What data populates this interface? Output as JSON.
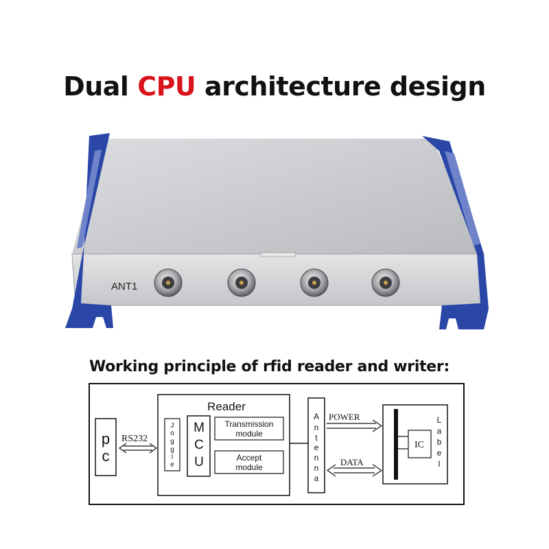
{
  "title": {
    "prefix": "Dual ",
    "accent": "CPU",
    "suffix": " architecture design"
  },
  "device": {
    "port_label": "ANT1"
  },
  "subtitle": "Working principle of rfid reader and writer:",
  "diagram": {
    "pc": [
      "p",
      "c"
    ],
    "rs232": "RS232",
    "reader": "Reader",
    "joggle": [
      "J",
      "o",
      "g",
      "g",
      "l",
      "e"
    ],
    "mcu": [
      "M",
      "C",
      "U"
    ],
    "transmission": [
      "Transmission",
      "module"
    ],
    "accept": [
      "Accept",
      "module"
    ],
    "antenna": [
      "A",
      "n",
      "t",
      "e",
      "n",
      "n",
      "a"
    ],
    "power": "POWER",
    "data": "DATA",
    "ic": "IC",
    "label": [
      "L",
      "a",
      "b",
      "e",
      "l"
    ]
  },
  "colors": {
    "accent": "#d9131b",
    "bracket": "#2a47a8",
    "panel": "#c8c9cb"
  }
}
